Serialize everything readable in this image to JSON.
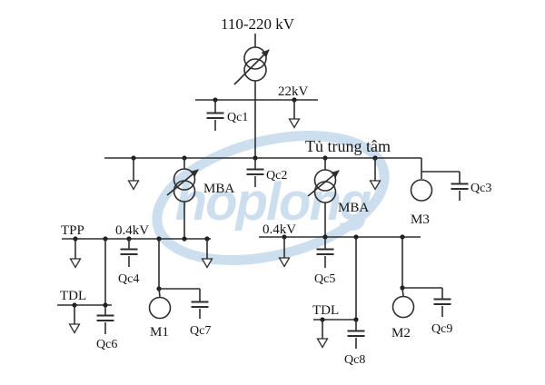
{
  "diagram": {
    "type": "electrical-single-line",
    "voltages": {
      "hv": "110-220 kV",
      "mv": "22kV",
      "lv_left": "0.4kV",
      "lv_right": "0.4kV"
    },
    "central_bus": "Tủ trung tâm",
    "transformers": {
      "left": "MBA",
      "right": "MBA"
    },
    "panels": {
      "tpp": "TPP",
      "tdl_left": "TDL",
      "tdl_right": "TDL"
    },
    "motors": {
      "m1": "M1",
      "m2": "M2",
      "m3": "M3"
    },
    "capacitors": {
      "qc1": "Qc1",
      "qc2": "Qc2",
      "qc3": "Qc3",
      "qc4": "Qc4",
      "qc5": "Qc5",
      "qc6": "Qc6",
      "qc7": "Qc7",
      "qc8": "Qc8",
      "qc9": "Qc9"
    }
  },
  "watermark": {
    "text": "hoplong",
    "color": "#a4c6e0"
  },
  "colors": {
    "line": "#2e2e2e",
    "text": "#141414",
    "background": "#ffffff"
  }
}
